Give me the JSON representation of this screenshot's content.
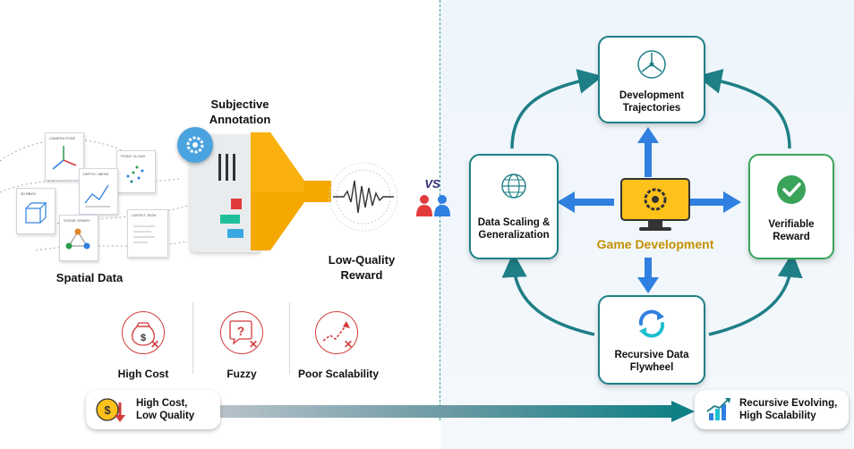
{
  "left": {
    "spatial_data": "Spatial Data",
    "subjective_annotation_line1": "Subjective",
    "subjective_annotation_line2": "Annotation",
    "low_quality_line1": "Low-Quality",
    "low_quality_line2": "Reward",
    "doc_labels": [
      "CAMERA POSE",
      "POINT CLOUD",
      "DEPTH / MESH",
      "3D BBOX",
      "SCENE GRAPH",
      "LAYOUT JSON"
    ],
    "problems": [
      {
        "label": "High Cost",
        "icon": "money-bag-icon"
      },
      {
        "label": "Fuzzy",
        "icon": "question-icon"
      },
      {
        "label": "Poor Scalability",
        "icon": "rising-arrow-icon"
      }
    ]
  },
  "vs": "VS",
  "right": {
    "center": "Game Development",
    "top": {
      "line1": "Development",
      "line2": "Trajectories"
    },
    "left": {
      "line1": "Data Scaling &",
      "line2": "Generalization"
    },
    "right": {
      "line1": "Verifiable",
      "line2": "Reward"
    },
    "bottom": {
      "line1": "Recursive Data",
      "line2": "Flywheel"
    }
  },
  "bottom": {
    "left_line1": "High Cost,",
    "left_line2": "Low Quality",
    "right_line1": "Recursive Evolving,",
    "right_line2": "High Scalability"
  },
  "colors": {
    "teal": "#1e7f86",
    "blue_arrow": "#2f80e0",
    "funnel_orange": "#f5a800",
    "gold_text": "#c49000",
    "red": "#d23b3b",
    "green": "#3aa35a"
  }
}
